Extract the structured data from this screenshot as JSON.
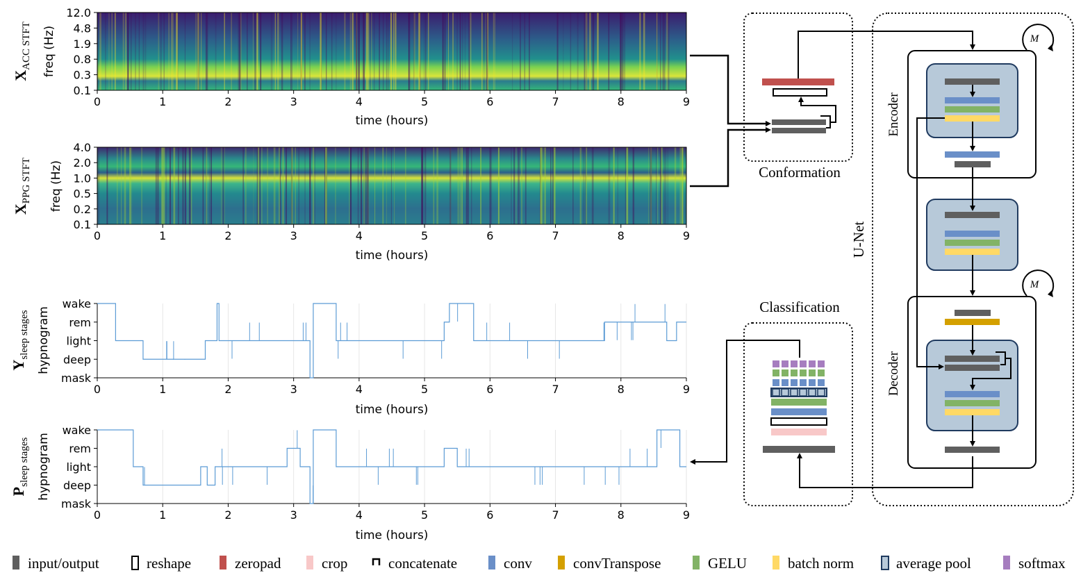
{
  "plots": {
    "acc": {
      "symbol": "X",
      "subscript": "ACC STFT",
      "ylabel": "freq (Hz)",
      "yticks": [
        "12.0",
        "4.8",
        "1.9",
        "0.8",
        "0.3",
        "0.1"
      ],
      "xticks": [
        "0",
        "1",
        "2",
        "3",
        "4",
        "5",
        "6",
        "7",
        "8",
        "9"
      ],
      "xlabel": "time (hours)"
    },
    "ppg": {
      "symbol": "X",
      "subscript": "PPG STFT",
      "ylabel": "freq (Hz)",
      "yticks": [
        "4.0",
        "2.0",
        "1.0",
        "0.5",
        "0.2",
        "0.1"
      ],
      "xticks": [
        "0",
        "1",
        "2",
        "3",
        "4",
        "5",
        "6",
        "7",
        "8",
        "9"
      ],
      "xlabel": "time (hours)"
    },
    "y": {
      "symbol": "Y",
      "subscript": "sleep stages",
      "ylabel": "hypnogram",
      "yticks": [
        "wake",
        "rem",
        "light",
        "deep",
        "mask"
      ],
      "xticks": [
        "0",
        "1",
        "2",
        "3",
        "4",
        "5",
        "6",
        "7",
        "8",
        "9"
      ],
      "xlabel": "time (hours)"
    },
    "p": {
      "symbol": "P",
      "subscript": "sleep stages",
      "ylabel": "hypnogram",
      "yticks": [
        "wake",
        "rem",
        "light",
        "deep",
        "mask"
      ],
      "xticks": [
        "0",
        "1",
        "2",
        "3",
        "4",
        "5",
        "6",
        "7",
        "8",
        "9"
      ],
      "xlabel": "time (hours)"
    }
  },
  "diagram": {
    "conformation": "Conformation",
    "classification": "Classification",
    "unet": "U-Net",
    "encoder": "Encoder",
    "decoder": "Decoder",
    "repeat": "M"
  },
  "legend": [
    {
      "label": "input/output",
      "color": "#5f5f5f",
      "kind": "fill"
    },
    {
      "label": "reshape",
      "color": "#000000",
      "kind": "outline"
    },
    {
      "label": "zeropad",
      "color": "#c0504d",
      "kind": "fill"
    },
    {
      "label": "crop",
      "color": "#f8c8c8",
      "kind": "fill"
    },
    {
      "label": "concatenate",
      "color": "#000000",
      "kind": "bracket"
    },
    {
      "label": "conv",
      "color": "#6a8fc8",
      "kind": "fill"
    },
    {
      "label": "convTranspose",
      "color": "#d4a000",
      "kind": "fill"
    },
    {
      "label": "GELU",
      "color": "#82b366",
      "kind": "fill"
    },
    {
      "label": "batch norm",
      "color": "#ffd966",
      "kind": "fill"
    },
    {
      "label": "average pool",
      "color": "#b7c9d9",
      "kind": "pool"
    },
    {
      "label": "softmax",
      "color": "#a67dbf",
      "kind": "fill"
    }
  ],
  "colors": {
    "viridis_dark": "#440154",
    "viridis_mid": "#21908d",
    "viridis_bright": "#fde725",
    "hypno": "#5b9bd5",
    "block_fill": "#b7c9d9",
    "block_edge": "#1f3a5f"
  },
  "chart_data": [
    {
      "type": "heatmap",
      "title": "X_ACC STFT",
      "xlabel": "time (hours)",
      "ylabel": "freq (Hz)",
      "xlim": [
        0,
        9
      ],
      "y_tick_labels": [
        "12.0",
        "4.8",
        "1.9",
        "0.8",
        "0.3",
        "0.1"
      ],
      "note_bands": [
        {
          "freq_range": [
            "0.1",
            "0.3"
          ],
          "intensity": "high"
        }
      ]
    },
    {
      "type": "heatmap",
      "title": "X_PPG STFT",
      "xlabel": "time (hours)",
      "ylabel": "freq (Hz)",
      "xlim": [
        0,
        9
      ],
      "y_tick_labels": [
        "4.0",
        "2.0",
        "1.0",
        "0.5",
        "0.2",
        "0.1"
      ],
      "note_bands": [
        {
          "freq_range": [
            "0.5",
            "1.0"
          ],
          "intensity": "high"
        }
      ]
    },
    {
      "type": "line",
      "title": "Y_sleep stages",
      "xlabel": "time (hours)",
      "ylabel": "hypnogram",
      "xlim": [
        0,
        9
      ],
      "categories": [
        "wake",
        "rem",
        "light",
        "deep",
        "mask"
      ],
      "steps": [
        [
          0,
          "wake"
        ],
        [
          0.28,
          "light"
        ],
        [
          0.7,
          "deep"
        ],
        [
          1.65,
          "light"
        ],
        [
          1.8,
          "light"
        ],
        [
          1.83,
          "wake"
        ],
        [
          1.86,
          "light"
        ],
        [
          3.25,
          "mask"
        ],
        [
          3.3,
          "wake"
        ],
        [
          3.65,
          "light"
        ],
        [
          5.3,
          "rem"
        ],
        [
          5.38,
          "wake"
        ],
        [
          5.75,
          "light"
        ],
        [
          7.75,
          "rem"
        ],
        [
          8.7,
          "light"
        ],
        [
          8.85,
          "rem"
        ],
        [
          9,
          "rem"
        ]
      ]
    },
    {
      "type": "line",
      "title": "P_sleep stages",
      "xlabel": "time (hours)",
      "ylabel": "hypnogram",
      "xlim": [
        0,
        9
      ],
      "categories": [
        "wake",
        "rem",
        "light",
        "deep",
        "mask"
      ],
      "steps": [
        [
          0,
          "wake"
        ],
        [
          0.55,
          "light"
        ],
        [
          0.7,
          "deep"
        ],
        [
          1.58,
          "light"
        ],
        [
          1.68,
          "deep"
        ],
        [
          1.8,
          "light"
        ],
        [
          2.9,
          "rem"
        ],
        [
          3.1,
          "light"
        ],
        [
          3.25,
          "mask"
        ],
        [
          3.3,
          "wake"
        ],
        [
          3.65,
          "light"
        ],
        [
          5.3,
          "rem"
        ],
        [
          5.5,
          "light"
        ],
        [
          8.55,
          "wake"
        ],
        [
          8.9,
          "light"
        ],
        [
          9,
          "light"
        ]
      ]
    }
  ]
}
